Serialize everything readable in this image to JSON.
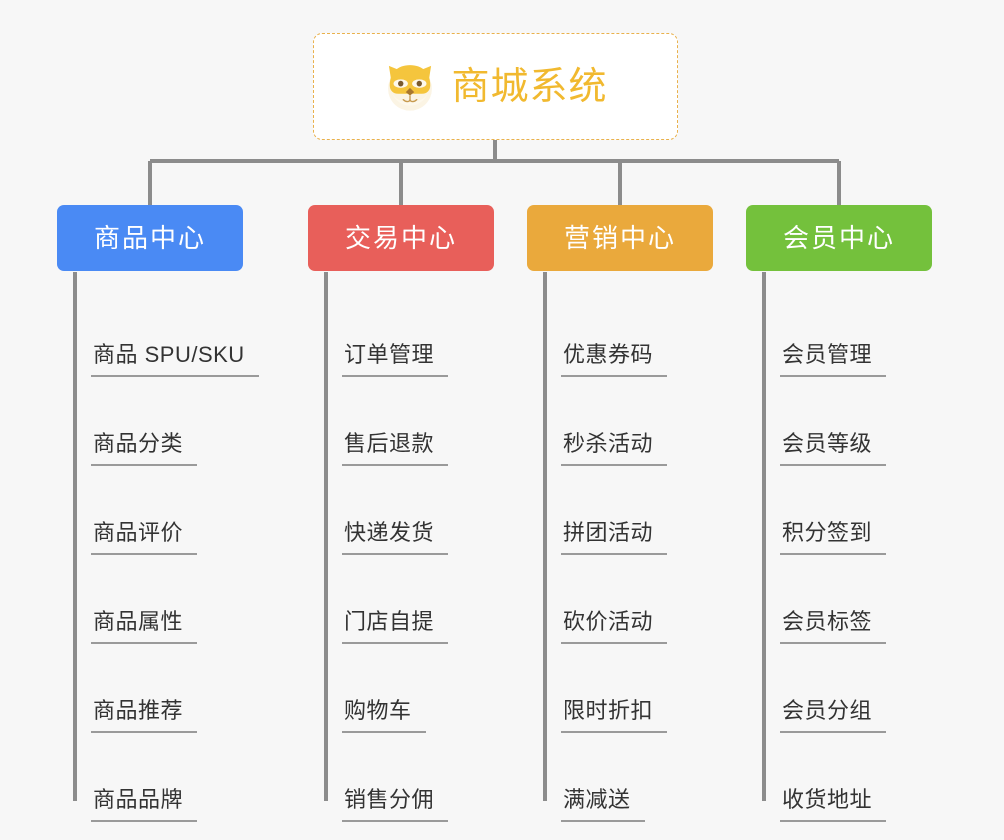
{
  "background_color": "#f7f7f7",
  "root": {
    "title": "商城系统",
    "icon": "dog-face-icon",
    "text_color": "#f1b92f",
    "border_color": "#e9b14c",
    "fill_color": "#ffffff"
  },
  "connector_color": "#8c8c8c",
  "branches": [
    {
      "label": "商品中心",
      "color": "#4a8af4",
      "items": [
        "商品 SPU/SKU",
        "商品分类",
        "商品评价",
        "商品属性",
        "商品推荐",
        "商品品牌"
      ]
    },
    {
      "label": "交易中心",
      "color": "#e85f5a",
      "items": [
        "订单管理",
        "售后退款",
        "快递发货",
        "门店自提",
        "购物车",
        "销售分佣"
      ]
    },
    {
      "label": "营销中心",
      "color": "#eaa93c",
      "items": [
        "优惠券码",
        "秒杀活动",
        "拼团活动",
        "砍价活动",
        "限时折扣",
        "满减送"
      ]
    },
    {
      "label": "会员中心",
      "color": "#74c13c",
      "items": [
        "会员管理",
        "会员等级",
        "积分签到",
        "会员标签",
        "会员分组",
        "收货地址"
      ]
    }
  ]
}
